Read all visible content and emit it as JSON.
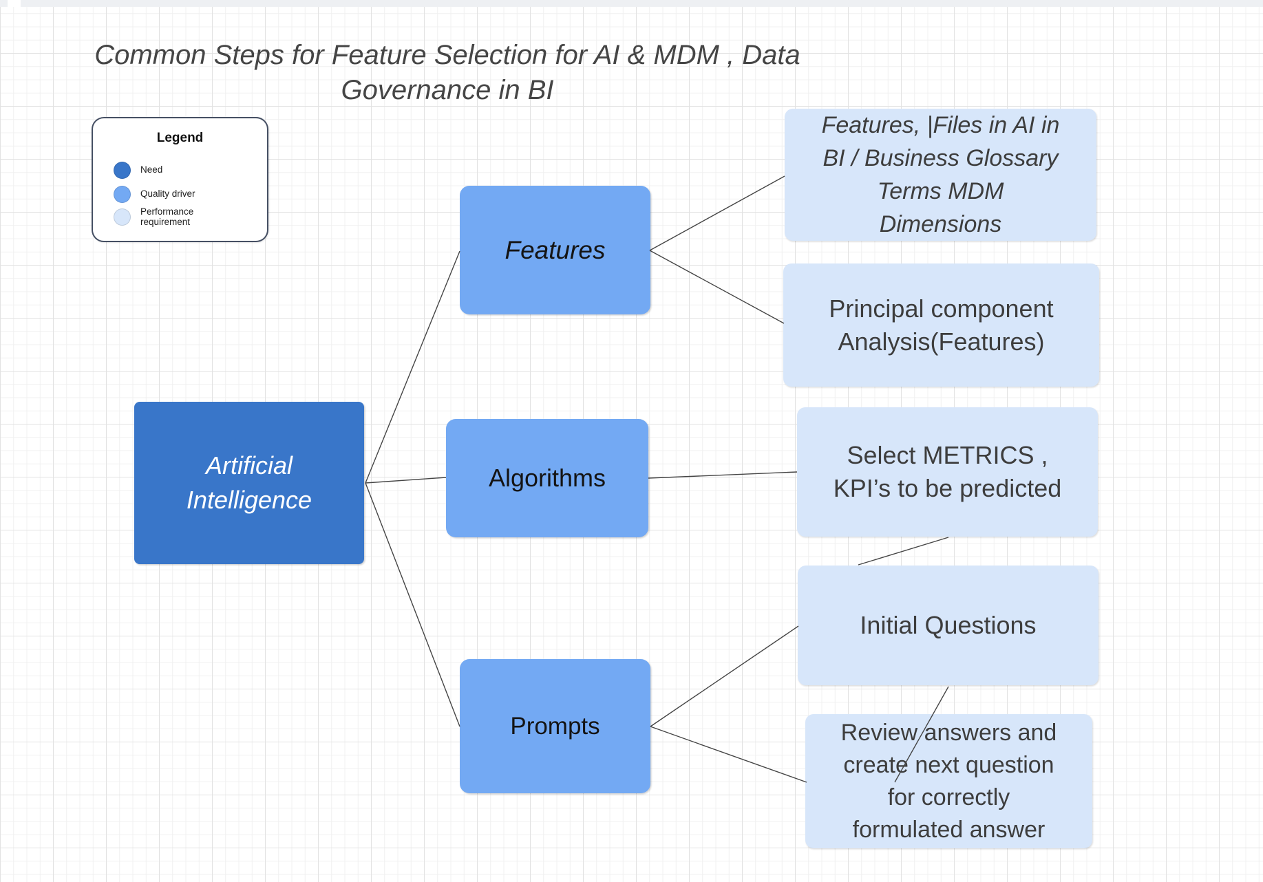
{
  "title": "Common Steps for Feature Selection for AI & MDM , Data\nGovernance in BI",
  "legend": {
    "title": "Legend",
    "items": [
      {
        "label": "Need",
        "color": "#3976c9"
      },
      {
        "label": "Quality driver",
        "color": "#73a9f3"
      },
      {
        "label": "Performance\nrequirement",
        "color": "#d7e6fa"
      }
    ]
  },
  "nodes": {
    "root": {
      "label": "Artificial\nIntelligence"
    },
    "features": {
      "label": "Features"
    },
    "algorithms": {
      "label": "Algorithms"
    },
    "prompts": {
      "label": "Prompts"
    },
    "glossary": {
      "label": "Features, |Files in AI in\nBI / Business Glossary\nTerms MDM\nDimensions"
    },
    "pca": {
      "label": "Principal component\nAnalysis(Features)"
    },
    "metrics": {
      "label": "Select METRICS ,\nKPI’s to be predicted"
    },
    "initial_questions": {
      "label": "Initial Questions"
    },
    "review_answers": {
      "label": "Review answers and\ncreate next question\nfor correctly\nformulated answer"
    }
  },
  "colors": {
    "need": "#3976c9",
    "quality_driver": "#73a9f3",
    "performance_requirement": "#d7e6fa",
    "connector": "#454545",
    "root_text": "#ffffff"
  }
}
